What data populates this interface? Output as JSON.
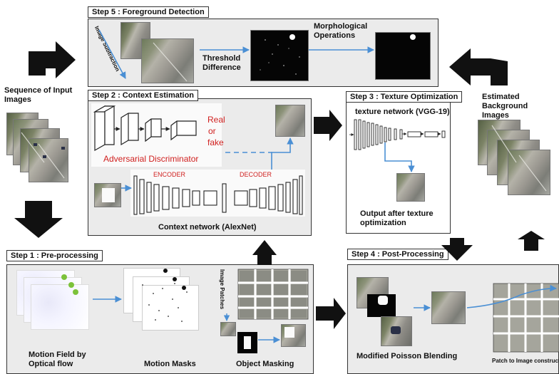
{
  "step5": {
    "title": "Step 5 : Foreground Detection",
    "image_subtraction": "Image Subtraction",
    "threshold": "Threshold Difference",
    "morph": "Morphological Operations"
  },
  "step2": {
    "title": "Step 2 : Context Estimation",
    "real_or_fake": [
      "Real",
      "or",
      "fake"
    ],
    "discriminator": "Adversarial Discriminator",
    "encoder": "ENCODER",
    "decoder": "DECODER",
    "context_net": "Context network (AlexNet)"
  },
  "step3": {
    "title": "Step 3 : Texture Optimization",
    "texture_net": "texture network (VGG-19)",
    "output": "Output after texture optimization"
  },
  "step1": {
    "title": "Step 1 : Pre-processing",
    "image_patches": "Image Patches",
    "motion_field": "Motion Field by Optical flow",
    "motion_masks": "Motion Masks",
    "object_masking": "Object Masking"
  },
  "step4": {
    "title": "Step 4 : Post-Processing",
    "poisson": "Modified Poisson Blending",
    "patch_to_image": "Patch to Image construction"
  },
  "left": {
    "sequence": "Sequence of Input Images"
  },
  "right": {
    "estimated": "Estimated Background Images"
  },
  "colors": {
    "arrow_blue": "#4a8fd4",
    "discriminator_red": "#d0201f",
    "panel_gray": "#ebebeb"
  }
}
